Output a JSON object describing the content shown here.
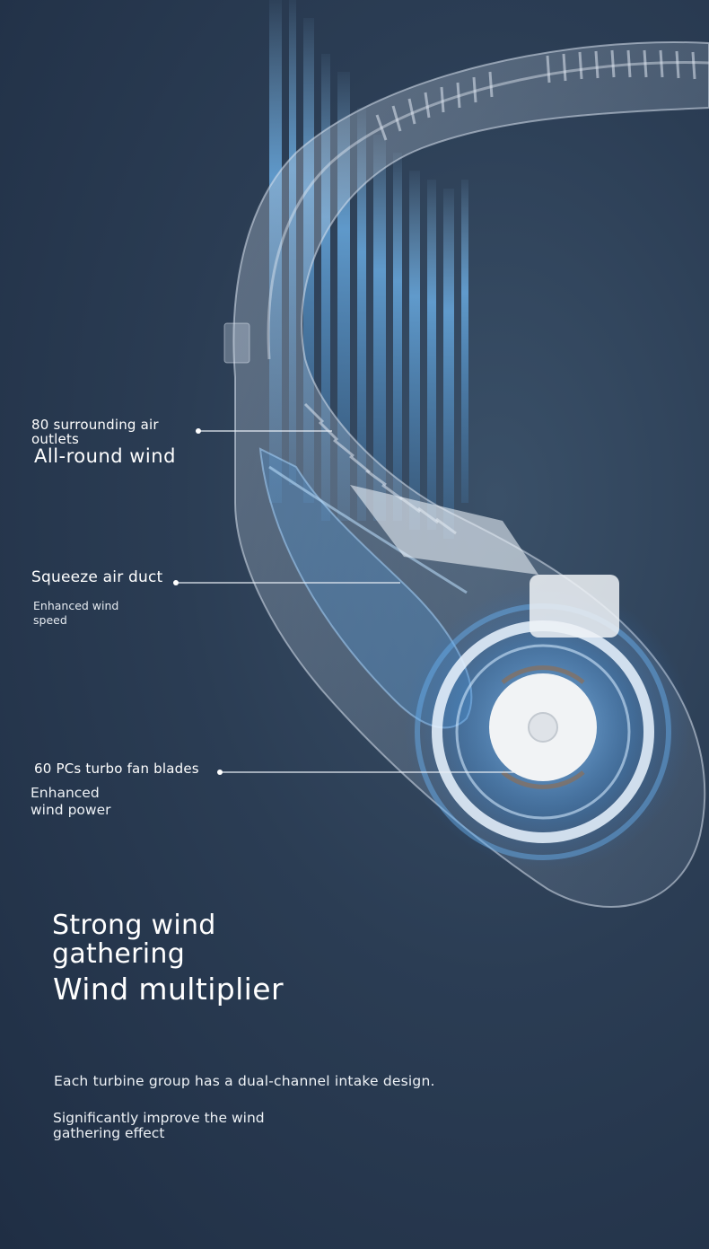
{
  "callouts": {
    "outlets": {
      "title": "80 surrounding air outlets",
      "subtitle": "All-round wind"
    },
    "duct": {
      "title": "Squeeze air duct",
      "subtitle": "Enhanced wind speed"
    },
    "blades": {
      "title": "60 PCs turbo fan blades",
      "subtitle": "Enhanced wind power"
    }
  },
  "headline": {
    "line1": "Strong wind gathering",
    "line2": "Wind multiplier"
  },
  "description": {
    "line1": "Each turbine group has a dual-channel intake design.",
    "line2": "Significantly improve the wind gathering effect"
  },
  "colors": {
    "background": "#2b3d54",
    "airflow": "#6fb6f0",
    "text": "#ffffff"
  }
}
